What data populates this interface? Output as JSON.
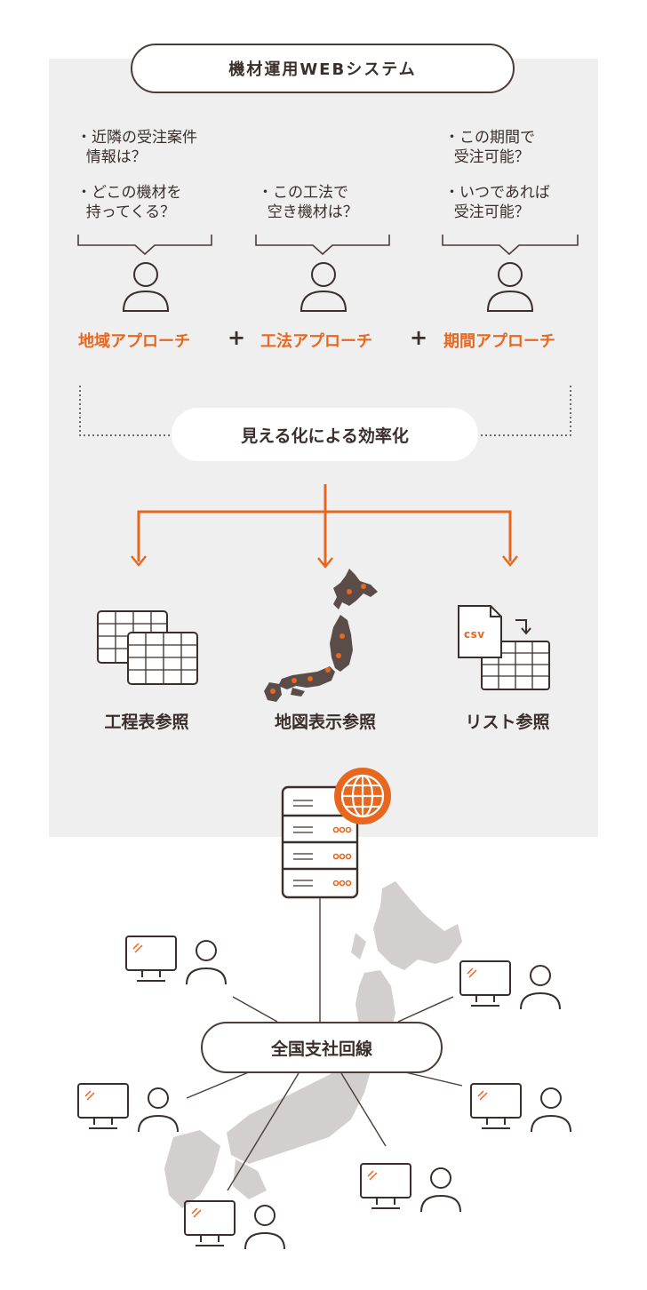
{
  "system": {
    "title": "機材運用WEBシステム"
  },
  "questions": {
    "left": [
      "・近隣の受注案件\n  情報は？",
      "・どこの機材を\n  持ってくる？"
    ],
    "middle": [
      "・この工法で\n  空き機材は？"
    ],
    "right": [
      "・この期間で\n  受注可能？",
      "・いつであれば\n  受注可能？"
    ]
  },
  "approaches": [
    "地域アプローチ",
    "工法アプローチ",
    "期間アプローチ"
  ],
  "plus": "+",
  "visualization": "見える化による効率化",
  "references": [
    "工程表参照",
    "地図表示参照",
    "リスト参照"
  ],
  "csv_label": "csv",
  "network": "全国支社回線",
  "colors": {
    "accent": "#e8671e",
    "dark": "#3a2f2c",
    "panel": "#efefef",
    "map": "#c9c6c5"
  }
}
